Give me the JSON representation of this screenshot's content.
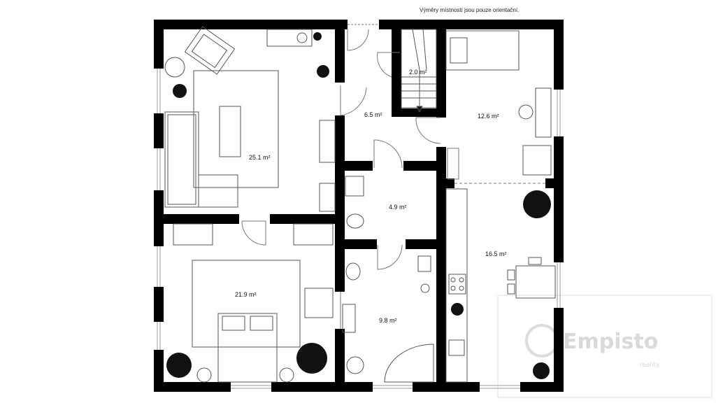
{
  "note": "Výměry místností jsou pouze orientační.",
  "rooms": [
    {
      "name": "living-room",
      "area": "25.1 m²"
    },
    {
      "name": "hall",
      "area": "6.5 m²"
    },
    {
      "name": "stairs",
      "area": "2.0 m²"
    },
    {
      "name": "bedroom-small",
      "area": "12.6 m²"
    },
    {
      "name": "wc",
      "area": "4.9 m²"
    },
    {
      "name": "kitchen",
      "area": "16.5 m²"
    },
    {
      "name": "bedroom",
      "area": "21.9 m²"
    },
    {
      "name": "bathroom",
      "area": "9.8 m²"
    }
  ],
  "watermark": {
    "brand": "Empisto",
    "sub": "reality"
  },
  "colors": {
    "wall": "#000000",
    "furniture_stroke": "#555555",
    "window": "#9a9a9a"
  }
}
